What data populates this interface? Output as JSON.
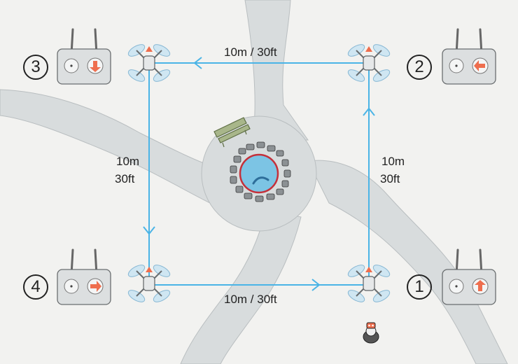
{
  "labels": {
    "top": "10m / 30ft",
    "bottom": "10m / 30ft",
    "left_1": "10m",
    "left_2": "30ft",
    "right_1": "10m",
    "right_2": "30ft"
  },
  "steps": [
    {
      "number": "1",
      "stick_direction": "up"
    },
    {
      "number": "2",
      "stick_direction": "left"
    },
    {
      "number": "3",
      "stick_direction": "down"
    },
    {
      "number": "4",
      "stick_direction": "right"
    }
  ],
  "colors": {
    "path": "#4ab4e6",
    "accent": "#ee6e4e",
    "road": "#d8dcdd",
    "fountain_water": "#7cc4e4",
    "fountain_rim": "#c4303a",
    "bench": "#8a9a6e"
  },
  "icons": [
    "drone-icon",
    "remote-controller-icon",
    "arrow-icon",
    "fountain-icon",
    "bench-icon",
    "pilot-icon"
  ]
}
